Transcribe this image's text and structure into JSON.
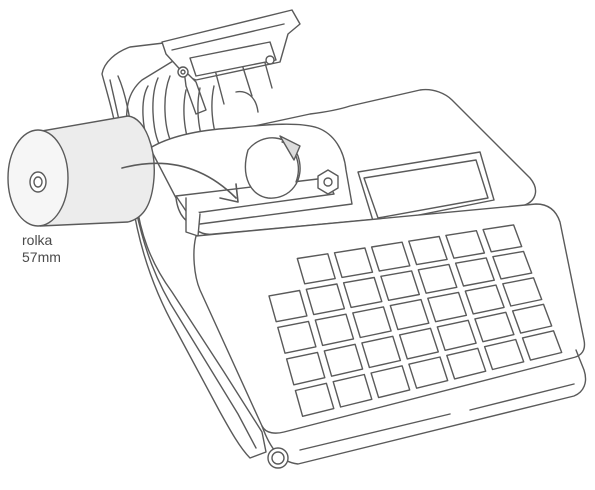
{
  "labels": {
    "roll_name": "rolka",
    "roll_size": "57mm"
  },
  "colors": {
    "stroke": "#5a5a5a",
    "roll_fill": "#ececec",
    "roll_end": "#f6f6f6",
    "body_fill": "#ffffff",
    "label": "#4a4a4a"
  },
  "icons": {
    "arrow": "curved-arrow",
    "roll": "paper-roll"
  }
}
